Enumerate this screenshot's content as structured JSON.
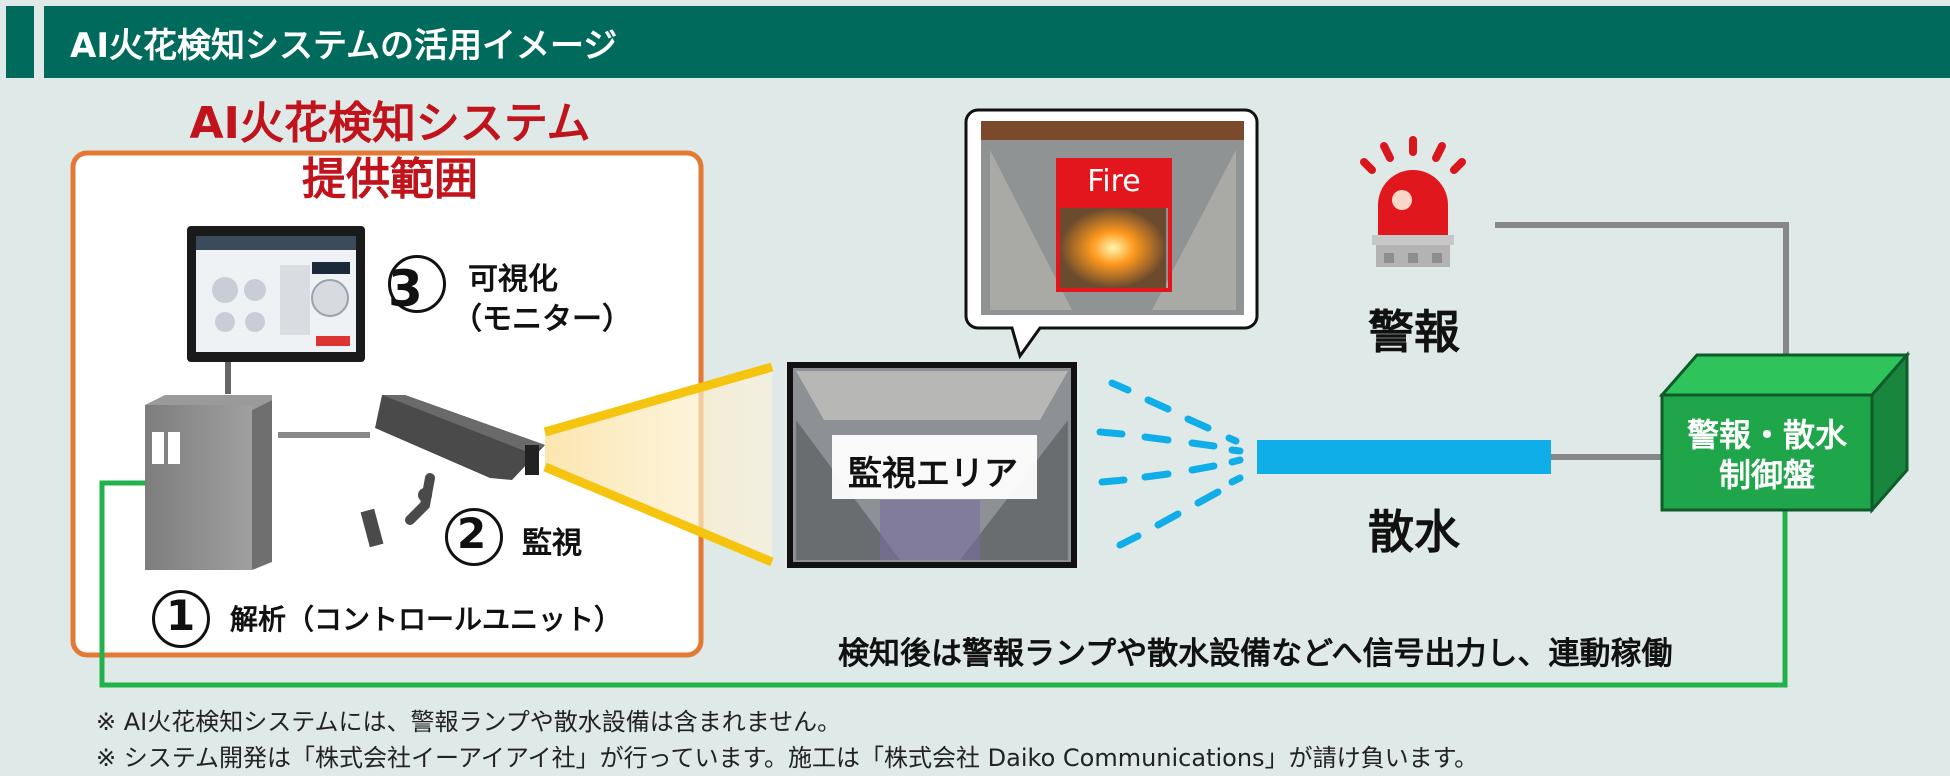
{
  "header": {
    "title": "AI火花検知システムの活用イメージ"
  },
  "scope": {
    "title_line1": "AI火花検知システム",
    "title_line2": "提供範囲"
  },
  "steps": {
    "visualize": {
      "number": "3",
      "label_line1": "可視化",
      "label_line2": "（モニター）"
    },
    "monitor": {
      "number": "2",
      "label": "監視"
    },
    "analyze": {
      "number": "1",
      "label": "解析（コントロールユニット）"
    }
  },
  "camera_view": {
    "label": "監視エリア"
  },
  "detection": {
    "label": "Fire"
  },
  "outputs": {
    "alarm": "警報",
    "sprinkler": "散水"
  },
  "control_panel": {
    "line1": "警報・散水",
    "line2": "制御盤"
  },
  "signal_caption": "検知後は警報ランプや散水設備などへ信号出力し、連動稼働",
  "notes": [
    "※ AI火花検知システムには、警報ランプや散水設備は含まれません。",
    "※ システム開発は「株式会社イーアイアイ社」が行っています。施工は「株式会社 Daiko Communications」が請け負います。"
  ],
  "colors": {
    "header": "#006b5c",
    "background": "#dfe9e8",
    "scope_border": "#e37a33",
    "scope_title": "#c0131b",
    "green_line": "#22b24c",
    "water": "#10aee8",
    "panel": "#1fa64a",
    "beam": "#f5c40e",
    "fire_box": "#e3161e"
  }
}
